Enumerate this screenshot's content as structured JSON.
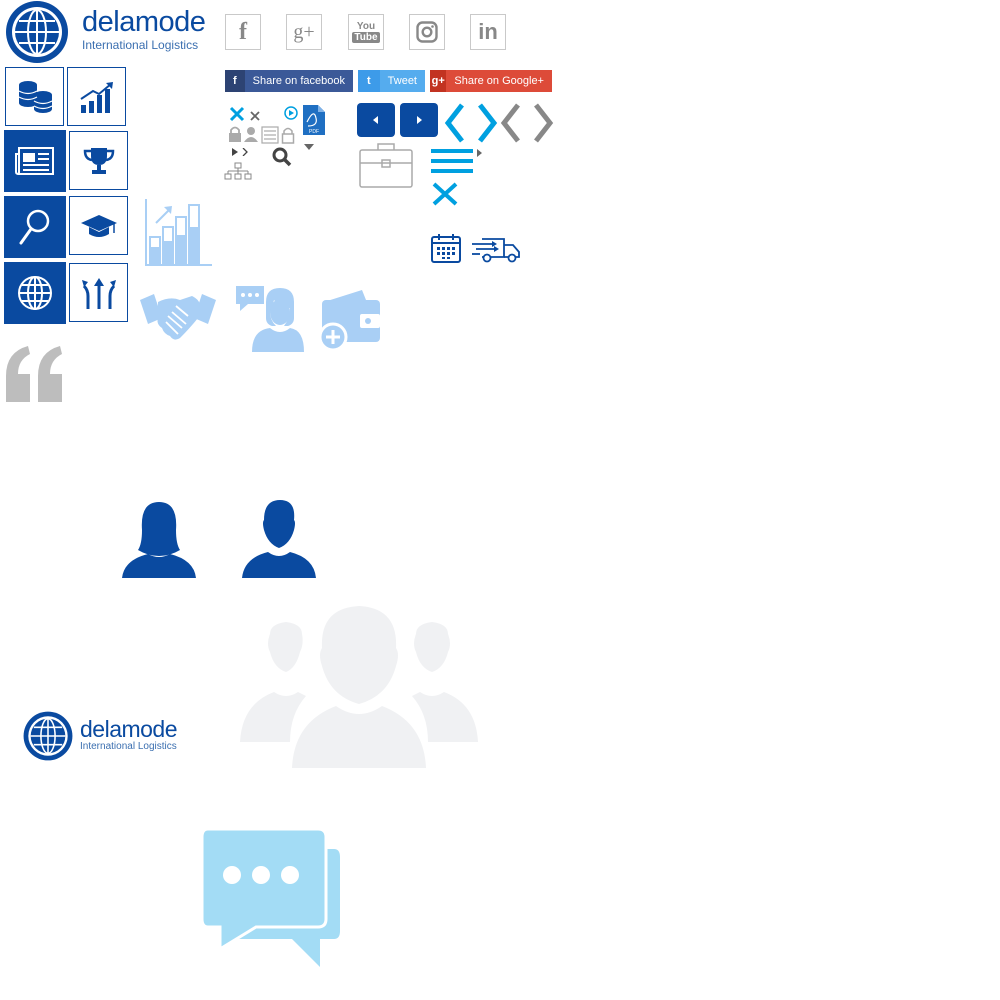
{
  "brand": {
    "name": "delamode",
    "tagline": "International Logistics"
  },
  "social_icons": [
    {
      "icon": "facebook-icon",
      "glyph": "f"
    },
    {
      "icon": "google-plus-icon",
      "glyph": "g+"
    },
    {
      "icon": "youtube-icon",
      "glyph": "YouTube"
    },
    {
      "icon": "instagram-icon",
      "glyph": ""
    },
    {
      "icon": "linkedin-icon",
      "glyph": "in"
    }
  ],
  "share_buttons": {
    "facebook": {
      "label": "Share on facebook",
      "icon_glyph": "f",
      "color": "#3b5998",
      "icon_color": "#2d4373"
    },
    "twitter": {
      "label": "Tweet",
      "icon_glyph": "t",
      "color": "#55acee",
      "icon_color": "#3d9be9"
    },
    "google": {
      "label": "Share on Google+",
      "icon_glyph": "g+",
      "color": "#dd4b39",
      "icon_color": "#c23321"
    }
  },
  "colors": {
    "brand_blue": "#0a4aa0",
    "light_blue": "#a9cff5",
    "cyan": "#00a0e0",
    "grey": "#888888",
    "pale_grey": "#f0f1f3"
  },
  "tiles": [
    {
      "icon": "coins-icon",
      "filled": false
    },
    {
      "icon": "growth-chart-icon",
      "filled": false
    },
    {
      "icon": "newspaper-icon",
      "filled": true
    },
    {
      "icon": "trophy-icon",
      "filled": false
    },
    {
      "icon": "magnifier-icon",
      "filled": true
    },
    {
      "icon": "graduation-cap-icon",
      "filled": false
    },
    {
      "icon": "globe-icon",
      "filled": true
    },
    {
      "icon": "split-arrows-icon",
      "filled": false
    }
  ],
  "pdf_label": "PDF",
  "youtube_word_top": "You",
  "youtube_word_bottom": "Tube"
}
